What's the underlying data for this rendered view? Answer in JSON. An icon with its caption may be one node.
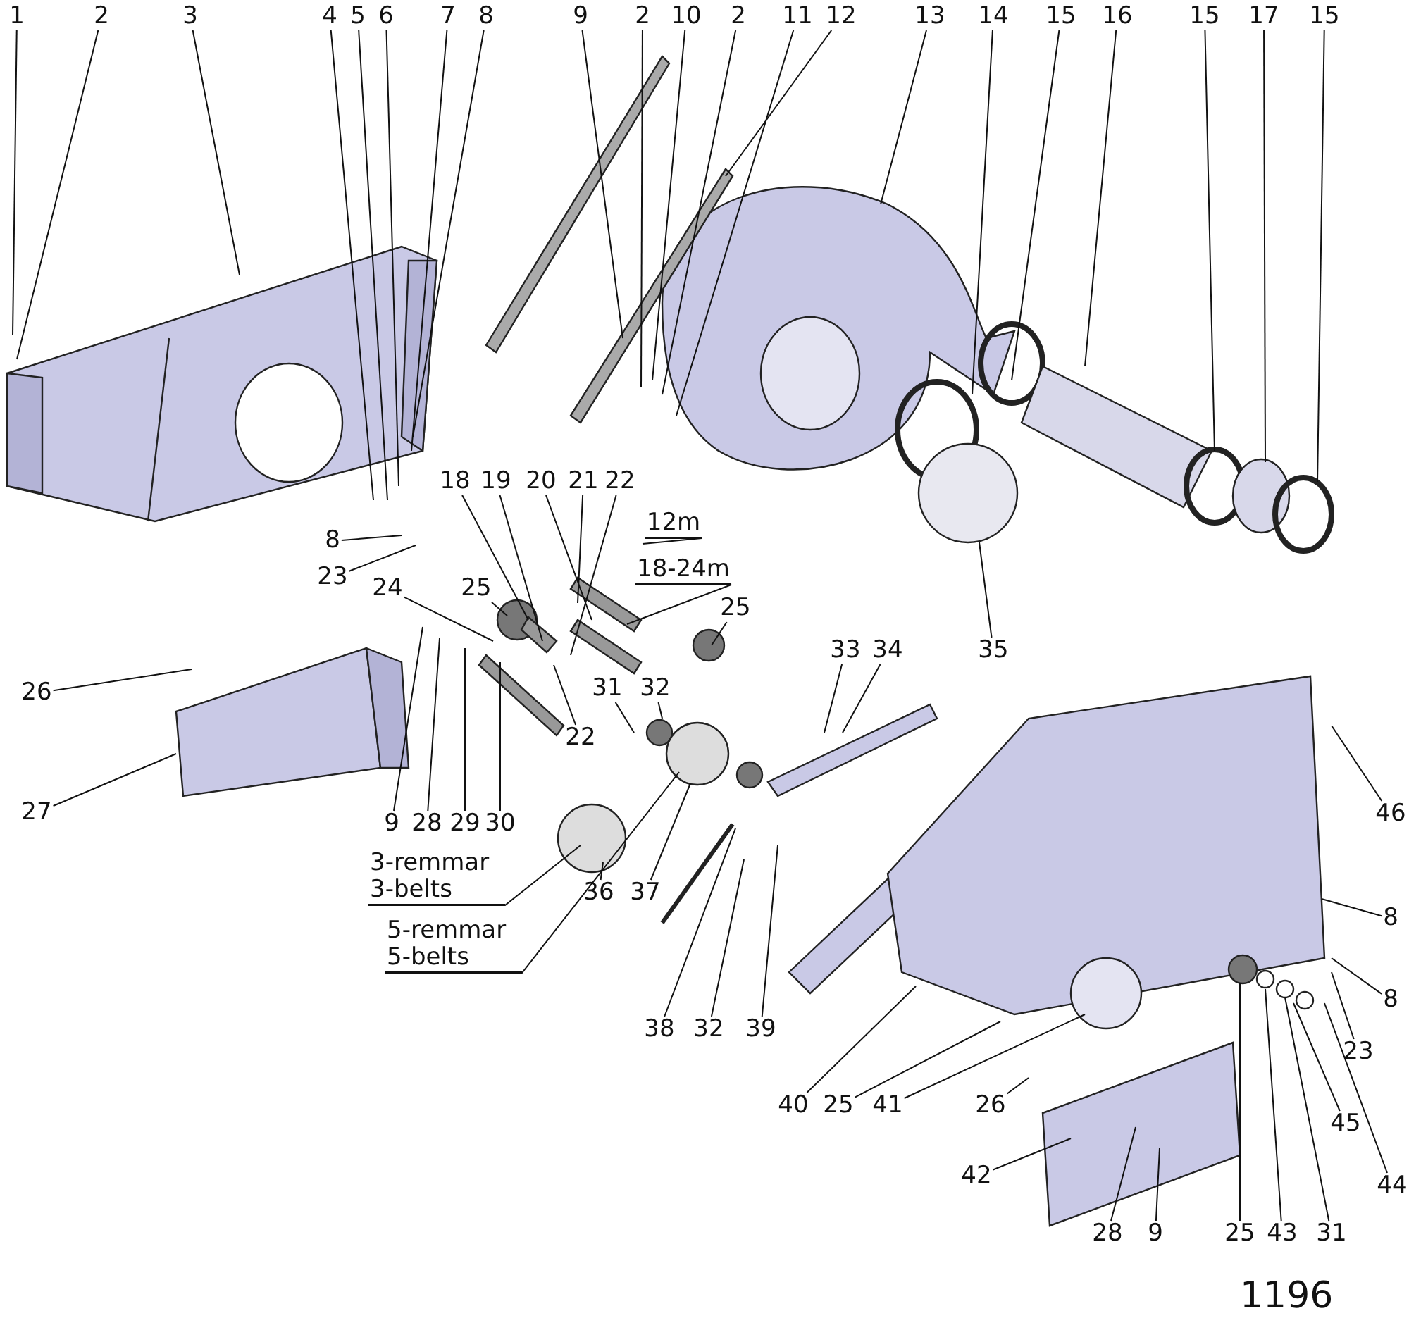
{
  "diagram": {
    "nodes": [
      {
        "text": [
          "1"
        ]
      },
      {
        "text": [
          "2"
        ]
      },
      {
        "text": [
          "3"
        ]
      },
      {
        "text": [
          "4"
        ]
      },
      {
        "text": [
          "5"
        ]
      },
      {
        "text": [
          "6"
        ]
      },
      {
        "text": [
          "7"
        ]
      },
      {
        "text": [
          "8"
        ]
      },
      {
        "text": [
          "9"
        ]
      },
      {
        "text": [
          "2"
        ]
      },
      {
        "text": [
          "10"
        ]
      },
      {
        "text": [
          "2"
        ]
      },
      {
        "text": [
          "11"
        ]
      },
      {
        "text": [
          "12"
        ]
      },
      {
        "text": [
          "13"
        ]
      },
      {
        "text": [
          "14"
        ]
      },
      {
        "text": [
          "15"
        ]
      },
      {
        "text": [
          "16"
        ]
      },
      {
        "text": [
          "15"
        ]
      },
      {
        "text": [
          "17"
        ]
      },
      {
        "text": [
          "15"
        ]
      },
      {
        "text": [
          "8"
        ]
      },
      {
        "text": [
          "23"
        ]
      },
      {
        "text": [
          "18"
        ]
      },
      {
        "text": [
          "19"
        ]
      },
      {
        "text": [
          "20"
        ]
      },
      {
        "text": [
          "21"
        ]
      },
      {
        "text": [
          "22"
        ]
      },
      {
        "text": [
          "12m"
        ]
      },
      {
        "text": [
          "18-24m"
        ]
      },
      {
        "text": [
          "25"
        ]
      },
      {
        "text": [
          "24"
        ]
      },
      {
        "text": [
          "25"
        ]
      },
      {
        "text": [
          "31"
        ]
      },
      {
        "text": [
          "32"
        ]
      },
      {
        "text": [
          "22"
        ]
      },
      {
        "text": [
          "26"
        ]
      },
      {
        "text": [
          "27"
        ]
      },
      {
        "text": [
          "9"
        ]
      },
      {
        "text": [
          "28"
        ]
      },
      {
        "text": [
          "29"
        ]
      },
      {
        "text": [
          "30"
        ]
      },
      {
        "text": [
          "3-remmar 3-belts"
        ]
      },
      {
        "text": [
          "36"
        ]
      },
      {
        "text": [
          "5-remmar 5-belts"
        ]
      },
      {
        "text": [
          "37"
        ]
      },
      {
        "text": [
          "33"
        ]
      },
      {
        "text": [
          "34"
        ]
      },
      {
        "text": [
          "35"
        ]
      },
      {
        "text": [
          "38"
        ]
      },
      {
        "text": [
          "32"
        ]
      },
      {
        "text": [
          "39"
        ]
      },
      {
        "text": [
          "40"
        ]
      },
      {
        "text": [
          "25"
        ]
      },
      {
        "text": [
          "41"
        ]
      },
      {
        "text": [
          "26"
        ]
      },
      {
        "text": [
          "42"
        ]
      },
      {
        "text": [
          "28"
        ]
      },
      {
        "text": [
          "9"
        ]
      },
      {
        "text": [
          "25"
        ]
      },
      {
        "text": [
          "43"
        ]
      },
      {
        "text": [
          "31"
        ]
      },
      {
        "text": [
          "44"
        ]
      },
      {
        "text": [
          "45"
        ]
      },
      {
        "text": [
          "23"
        ]
      },
      {
        "text": [
          "8"
        ]
      },
      {
        "text": [
          "8"
        ]
      },
      {
        "text": [
          "46"
        ]
      }
    ],
    "edges": [
      {
        "from": 0,
        "to": null,
        "arrow": "none"
      },
      {
        "from": 1,
        "to": null,
        "arrow": "none"
      },
      {
        "from": 2,
        "to": null,
        "arrow": "none"
      },
      {
        "from": 3,
        "to": null,
        "arrow": "none"
      },
      {
        "from": 4,
        "to": null,
        "arrow": "none"
      },
      {
        "from": 5,
        "to": null,
        "arrow": "none"
      },
      {
        "from": 6,
        "to": null,
        "arrow": "none"
      },
      {
        "from": 7,
        "to": null,
        "arrow": "none"
      },
      {
        "from": 8,
        "to": null,
        "arrow": "none"
      },
      {
        "from": 9,
        "to": null,
        "arrow": "none"
      },
      {
        "from": 10,
        "to": null,
        "arrow": "none"
      },
      {
        "from": 11,
        "to": null,
        "arrow": "none"
      },
      {
        "from": 12,
        "to": null,
        "arrow": "none"
      },
      {
        "from": 13,
        "to": null,
        "arrow": "none"
      },
      {
        "from": 14,
        "to": null,
        "arrow": "none"
      },
      {
        "from": 15,
        "to": null,
        "arrow": "none"
      },
      {
        "from": 16,
        "to": null,
        "arrow": "none"
      },
      {
        "from": 17,
        "to": null,
        "arrow": "none"
      },
      {
        "from": 18,
        "to": null,
        "arrow": "none"
      },
      {
        "from": 19,
        "to": null,
        "arrow": "none"
      },
      {
        "from": 20,
        "to": null,
        "arrow": "none"
      },
      {
        "from": 21,
        "to": null,
        "arrow": "none"
      },
      {
        "from": 22,
        "to": null,
        "arrow": "none"
      },
      {
        "from": 23,
        "to": null,
        "arrow": "none"
      },
      {
        "from": 24,
        "to": null,
        "arrow": "none"
      },
      {
        "from": 25,
        "to": null,
        "arrow": "none"
      },
      {
        "from": 26,
        "to": null,
        "arrow": "none"
      },
      {
        "from": 27,
        "to": null,
        "arrow": "none"
      },
      {
        "from": 28,
        "to": null,
        "arrow": "none"
      },
      {
        "from": 29,
        "to": null,
        "arrow": "none"
      },
      {
        "from": 30,
        "to": null,
        "arrow": "none"
      },
      {
        "from": 31,
        "to": null,
        "arrow": "none"
      },
      {
        "from": 32,
        "to": null,
        "arrow": "none"
      },
      {
        "from": 33,
        "to": null,
        "arrow": "none"
      },
      {
        "from": 34,
        "to": null,
        "arrow": "none"
      },
      {
        "from": 35,
        "to": null,
        "arrow": "none"
      },
      {
        "from": 36,
        "to": null,
        "arrow": "none"
      },
      {
        "from": 37,
        "to": null,
        "arrow": "none"
      },
      {
        "from": 38,
        "to": null,
        "arrow": "none"
      },
      {
        "from": 39,
        "to": null,
        "arrow": "none"
      },
      {
        "from": 40,
        "to": null,
        "arrow": "none"
      },
      {
        "from": 41,
        "to": null,
        "arrow": "none"
      },
      {
        "from": 42,
        "to": null,
        "arrow": "none"
      },
      {
        "from": 43,
        "to": null,
        "arrow": "none"
      },
      {
        "from": 44,
        "to": null,
        "arrow": "none"
      },
      {
        "from": 45,
        "to": null,
        "arrow": "none"
      },
      {
        "from": 46,
        "to": null,
        "arrow": "none"
      },
      {
        "from": 47,
        "to": null,
        "arrow": "none"
      },
      {
        "from": 48,
        "to": null,
        "arrow": "none"
      },
      {
        "from": 49,
        "to": null,
        "arrow": "none"
      },
      {
        "from": 50,
        "to": null,
        "arrow": "none"
      },
      {
        "from": 51,
        "to": null,
        "arrow": "none"
      },
      {
        "from": 52,
        "to": null,
        "arrow": "none"
      },
      {
        "from": 53,
        "to": null,
        "arrow": "none"
      },
      {
        "from": 54,
        "to": null,
        "arrow": "none"
      },
      {
        "from": 55,
        "to": null,
        "arrow": "none"
      },
      {
        "from": 56,
        "to": null,
        "arrow": "none"
      },
      {
        "from": 57,
        "to": null,
        "arrow": "none"
      },
      {
        "from": 58,
        "to": null,
        "arrow": "none"
      },
      {
        "from": 59,
        "to": null,
        "arrow": "none"
      },
      {
        "from": 60,
        "to": null,
        "arrow": "none"
      },
      {
        "from": 61,
        "to": null,
        "arrow": "none"
      },
      {
        "from": 62,
        "to": null,
        "arrow": "none"
      },
      {
        "from": 63,
        "to": null,
        "arrow": "none"
      },
      {
        "from": 64,
        "to": null,
        "arrow": "none"
      },
      {
        "from": 65,
        "to": null,
        "arrow": "none"
      },
      {
        "from": 66,
        "to": null,
        "arrow": "none"
      },
      {
        "from": 67,
        "to": null,
        "arrow": "none"
      }
    ],
    "labels": [
      "1196"
    ]
  }
}
